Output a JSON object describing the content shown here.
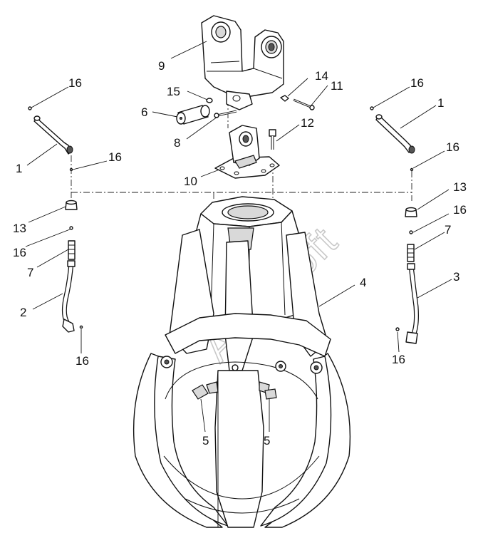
{
  "watermark": "AutoSoft",
  "callouts": [
    {
      "id": "c1-left",
      "text": "1"
    },
    {
      "id": "c1-right",
      "text": "1"
    },
    {
      "id": "c2",
      "text": "2"
    },
    {
      "id": "c3",
      "text": "3"
    },
    {
      "id": "c4",
      "text": "4"
    },
    {
      "id": "c5-left",
      "text": "5"
    },
    {
      "id": "c5-right",
      "text": "5"
    },
    {
      "id": "c6",
      "text": "6"
    },
    {
      "id": "c7-left",
      "text": "7"
    },
    {
      "id": "c7-right",
      "text": "7"
    },
    {
      "id": "c8",
      "text": "8"
    },
    {
      "id": "c9",
      "text": "9"
    },
    {
      "id": "c10",
      "text": "10"
    },
    {
      "id": "c11",
      "text": "11"
    },
    {
      "id": "c12",
      "text": "12"
    },
    {
      "id": "c13-left",
      "text": "13"
    },
    {
      "id": "c13-right",
      "text": "13"
    },
    {
      "id": "c14",
      "text": "14"
    },
    {
      "id": "c15",
      "text": "15"
    },
    {
      "id": "c16-a",
      "text": "16"
    },
    {
      "id": "c16-b",
      "text": "16"
    },
    {
      "id": "c16-c",
      "text": "16"
    },
    {
      "id": "c16-d",
      "text": "16"
    },
    {
      "id": "c16-e",
      "text": "16"
    },
    {
      "id": "c16-f",
      "text": "16"
    },
    {
      "id": "c16-g",
      "text": "16"
    },
    {
      "id": "c16-h",
      "text": "16"
    }
  ]
}
